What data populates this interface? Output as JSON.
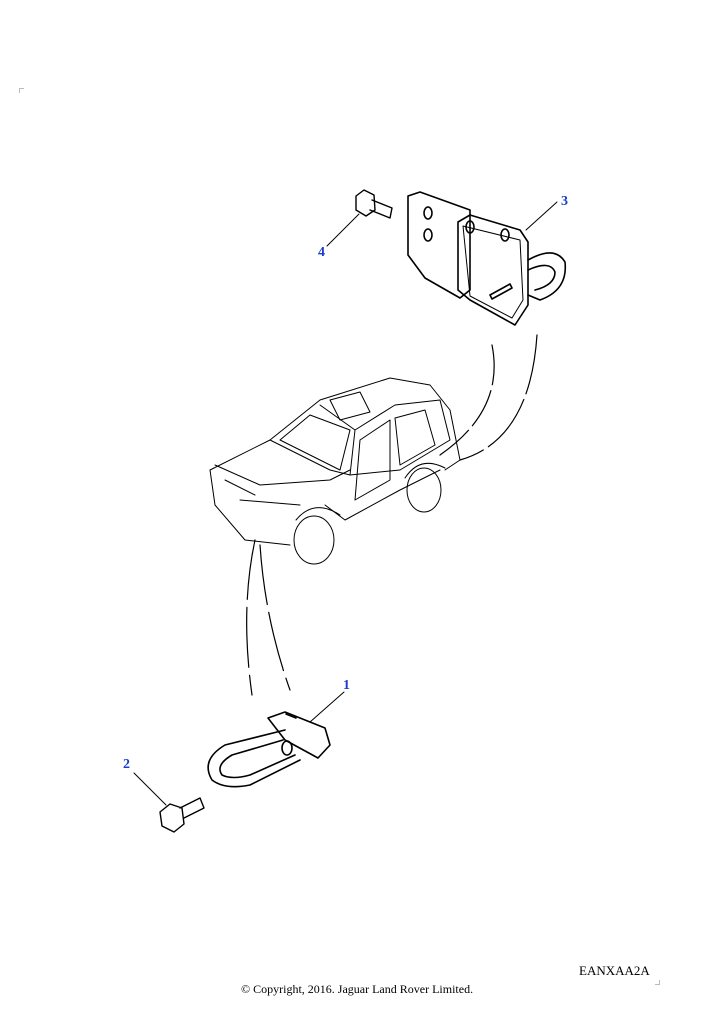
{
  "callouts": {
    "c1": "1",
    "c2": "2",
    "c3": "3",
    "c4": "4"
  },
  "illustration_code": "EANXAA2A",
  "copyright": "© Copyright, 2016. Jaguar Land Rover Limited.",
  "colors": {
    "callout": "#1a3ccf",
    "line": "#000000"
  }
}
